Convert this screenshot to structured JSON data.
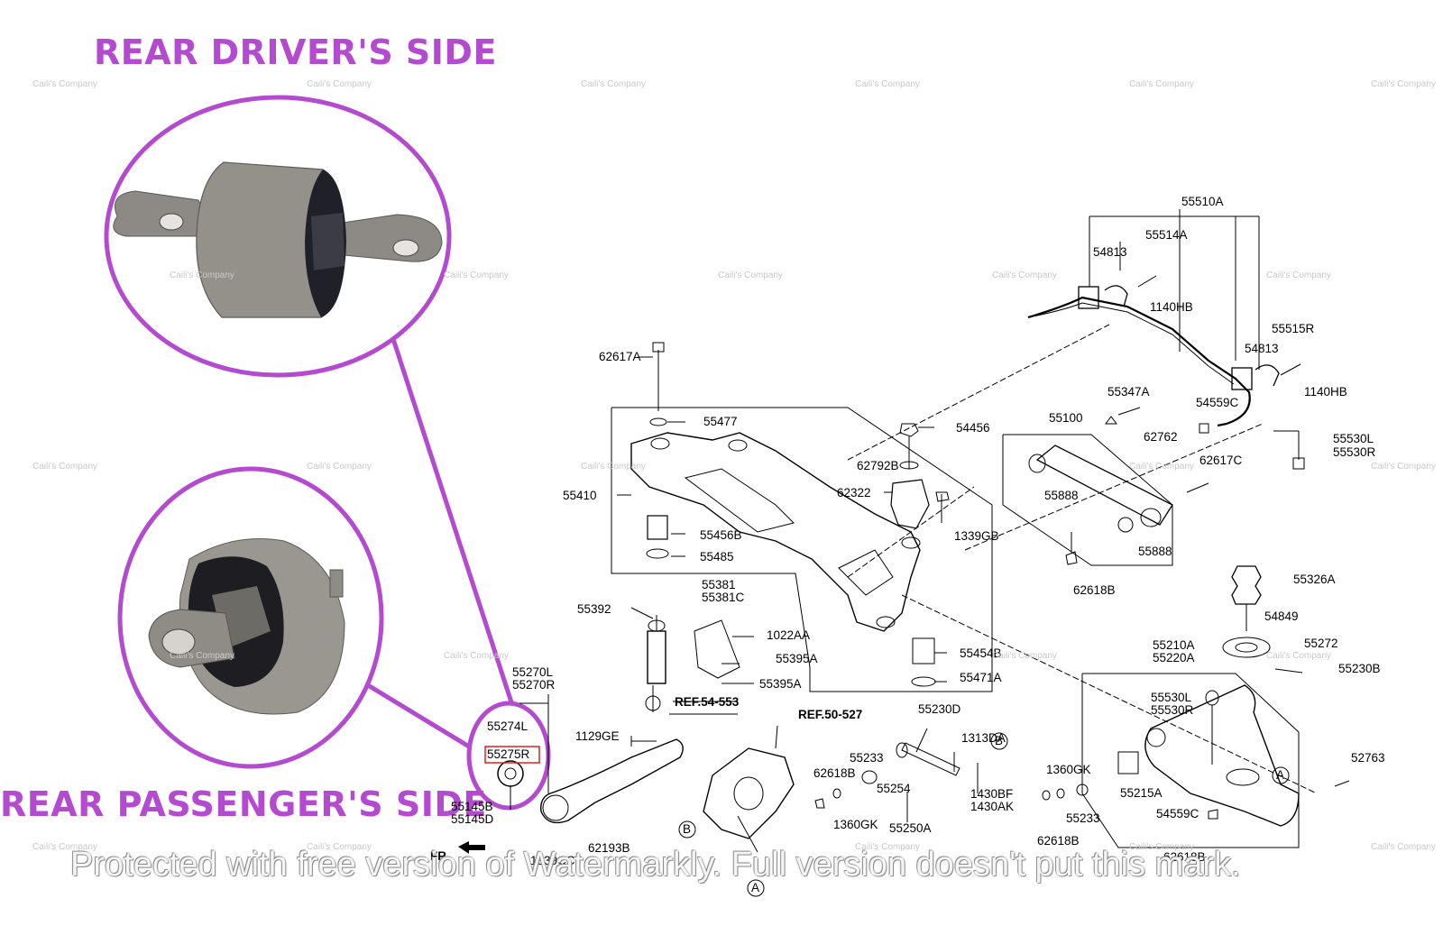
{
  "titles": {
    "driver": "REAR DRIVER'S  SIDE",
    "passenger": "REAR PASSENGER'S SIDE"
  },
  "watermark": {
    "small": "Caili's Company",
    "footer": "Protected with free version of Watermarkly. Full version doesn't put this mark."
  },
  "colors": {
    "accent": "#b34ad0",
    "highlight_box": "#e02020"
  },
  "direction_label": "FR.",
  "refs": {
    "ref1": "REF.54-553",
    "ref2": "REF.50-527"
  },
  "callouts": {
    "A": "A",
    "B": "B"
  },
  "parts": {
    "p55510A": "55510A",
    "p55514A": "55514A",
    "p54813a": "54813",
    "p1140HBa": "1140HB",
    "p55515R": "55515R",
    "p54813b": "54813",
    "p1140HBb": "1140HB",
    "p62617A": "62617A",
    "p55477": "55477",
    "p54456": "54456",
    "p55347A": "55347A",
    "p54559Ca": "54559C",
    "p55100": "55100",
    "p62762": "62762",
    "p55530La": "55530L",
    "p55530Ra": "55530R",
    "p62792B": "62792B",
    "p62322": "62322",
    "p55888a": "55888",
    "p62617C": "62617C",
    "p55410": "55410",
    "p55456B": "55456B",
    "p55485": "55485",
    "p1339GB": "1339GB",
    "p55888b": "55888",
    "p62618Ba": "62618B",
    "p55326A": "55326A",
    "p55381": "55381",
    "p55381C": "55381C",
    "p55392": "55392",
    "p1022AA": "1022AA",
    "p55395Aa": "55395A",
    "p55395Ab": "55395A",
    "p55454B": "55454B",
    "p55471A": "55471A",
    "p54849": "54849",
    "p55210A": "55210A",
    "p55220A": "55220A",
    "p55272": "55272",
    "p55230B": "55230B",
    "p55270L": "55270L",
    "p55270R": "55270R",
    "p55274L": "55274L",
    "p55275R": "55275R",
    "p1129GE": "1129GE",
    "p55230D": "55230D",
    "p1313DA": "1313DA",
    "p55233a": "55233",
    "p62618Bb": "62618B",
    "p55254": "55254",
    "p1430BF": "1430BF",
    "p1430AK": "1430AK",
    "p1360GKa": "1360GK",
    "p55250A": "55250A",
    "p55530Lb": "55530L",
    "p55530Rb": "55530R",
    "p1360GKb": "1360GK",
    "p55215A": "55215A",
    "p52763": "52763",
    "p55233b": "55233",
    "p62618Bc": "62618B",
    "p54559Cb": "54559C",
    "p62618Bd": "62618B",
    "p55145B": "55145B",
    "p55145D": "55145D",
    "p1339CC": "1339CC",
    "p62193B": "62193B"
  }
}
